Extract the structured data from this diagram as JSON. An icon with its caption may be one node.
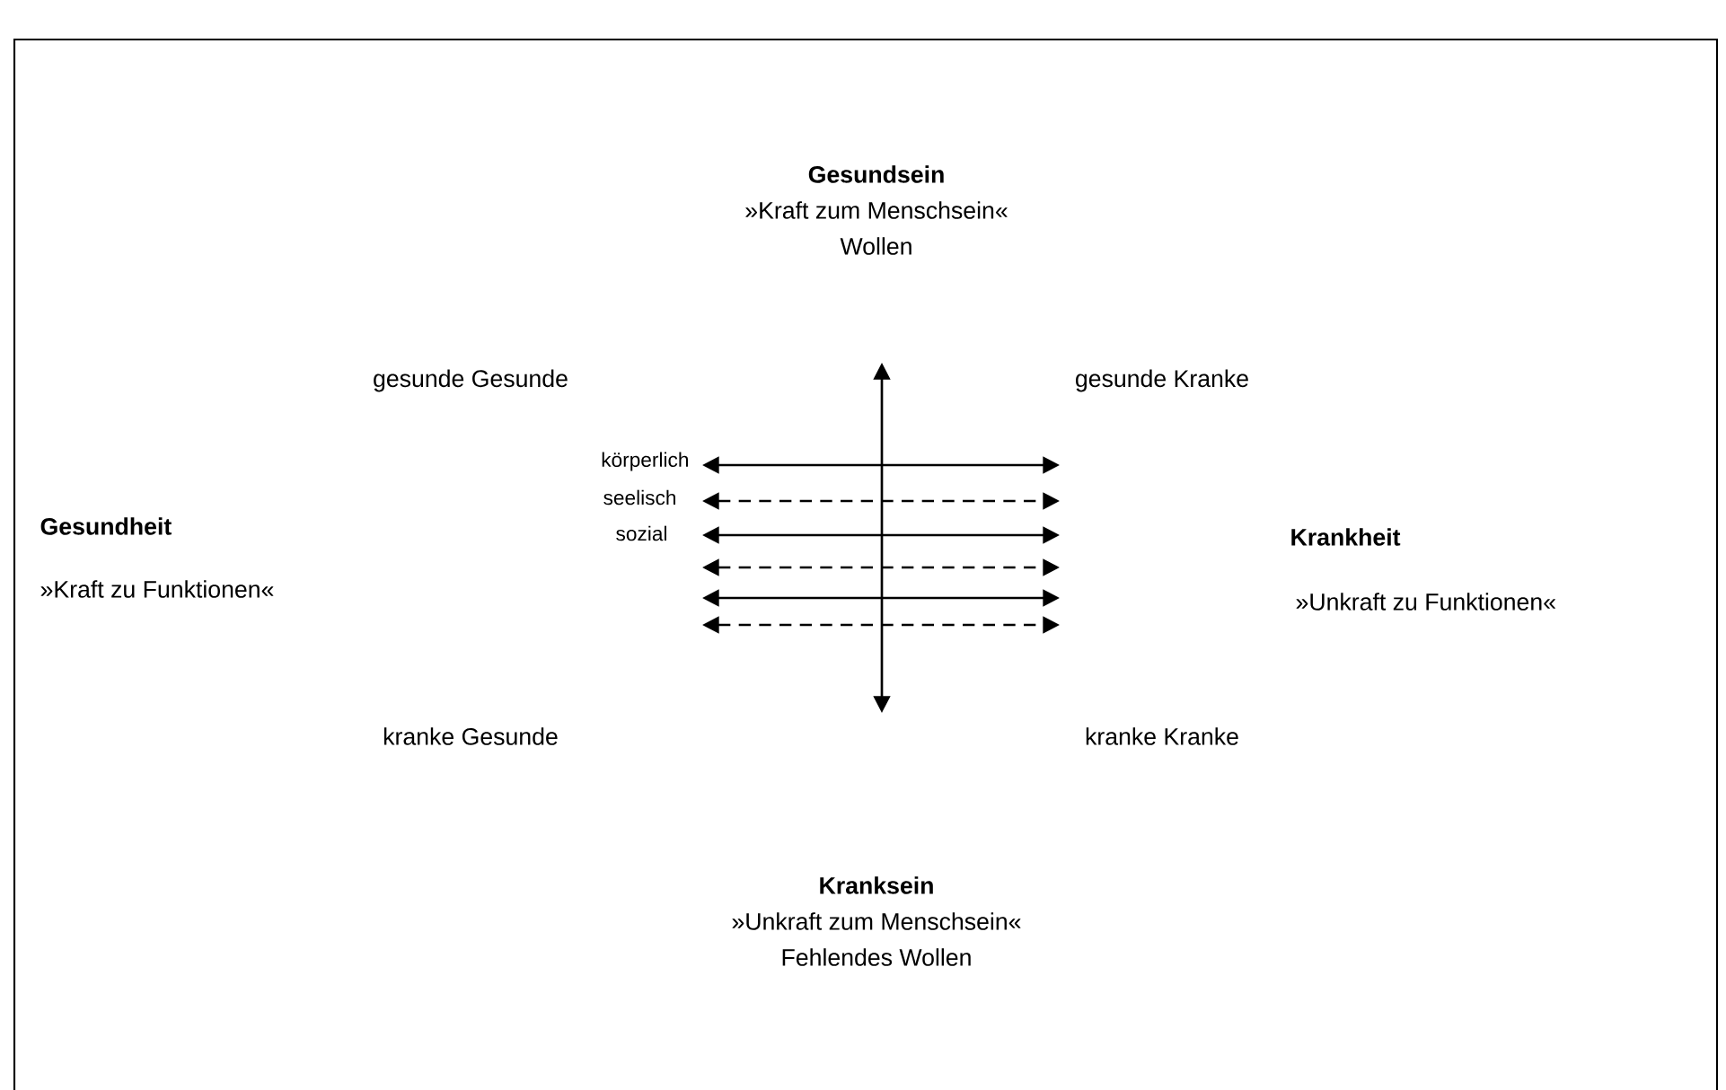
{
  "diagram": {
    "labels": [
      "Gesundsein",
      "»Kraft zum Menschsein«",
      "Wollen",
      "gesunde Gesunde",
      "gesunde Kranke",
      "Gesundheit",
      "körperlich",
      "Krankheit",
      "seelisch",
      "»Kraft zu Funktionen«",
      "sozial",
      "»Unkraft zu Funktionen«",
      "kranke Gesunde",
      "kranke Kranke",
      "Kranksein",
      "»Unkraft zum Menschsein«",
      "Fehlendes Wollen"
    ]
  }
}
